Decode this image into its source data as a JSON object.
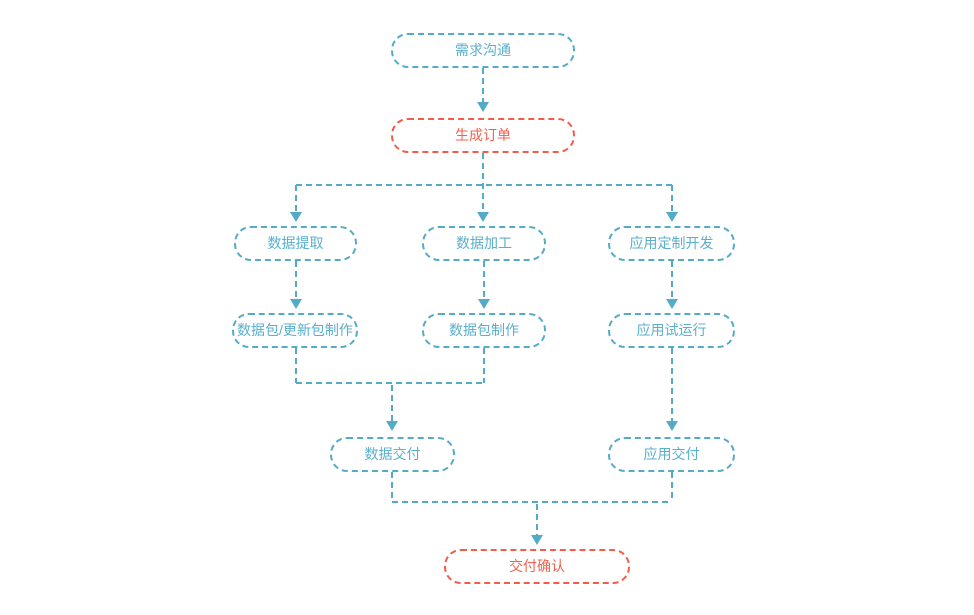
{
  "diagram": {
    "title": "order-delivery-workflow-flowchart",
    "colors": {
      "teal": "#54ABC7",
      "teal-text": "#5AAFCB",
      "red": "#F45B4B",
      "red-text": "#F4604F",
      "bg": "#FFFFFF"
    },
    "nodes": [
      {
        "id": "requirements-communication",
        "label": "需求沟通",
        "style": "teal"
      },
      {
        "id": "generate-order",
        "label": "生成订单",
        "style": "red"
      },
      {
        "id": "data-extraction",
        "label": "数据提取",
        "style": "teal"
      },
      {
        "id": "data-processing",
        "label": "数据加工",
        "style": "teal"
      },
      {
        "id": "app-custom-development",
        "label": "应用定制开发",
        "style": "teal"
      },
      {
        "id": "data-package-update-package-production",
        "label": "数据包/更新包制作",
        "style": "teal"
      },
      {
        "id": "data-package-production",
        "label": "数据包制作",
        "style": "teal"
      },
      {
        "id": "app-trial-run",
        "label": "应用试运行",
        "style": "teal"
      },
      {
        "id": "data-delivery",
        "label": "数据交付",
        "style": "teal"
      },
      {
        "id": "app-delivery",
        "label": "应用交付",
        "style": "teal"
      },
      {
        "id": "delivery-confirmation",
        "label": "交付确认",
        "style": "red"
      }
    ],
    "edges": [
      {
        "from": "requirements-communication",
        "to": "generate-order"
      },
      {
        "from": "generate-order",
        "to": "data-extraction"
      },
      {
        "from": "generate-order",
        "to": "data-processing"
      },
      {
        "from": "generate-order",
        "to": "app-custom-development"
      },
      {
        "from": "data-extraction",
        "to": "data-package-update-package-production"
      },
      {
        "from": "data-processing",
        "to": "data-package-production"
      },
      {
        "from": "app-custom-development",
        "to": "app-trial-run"
      },
      {
        "from": "data-package-update-package-production",
        "to": "data-delivery"
      },
      {
        "from": "data-package-production",
        "to": "data-delivery"
      },
      {
        "from": "app-trial-run",
        "to": "app-delivery"
      },
      {
        "from": "data-delivery",
        "to": "delivery-confirmation"
      },
      {
        "from": "app-delivery",
        "to": "delivery-confirmation"
      }
    ]
  }
}
